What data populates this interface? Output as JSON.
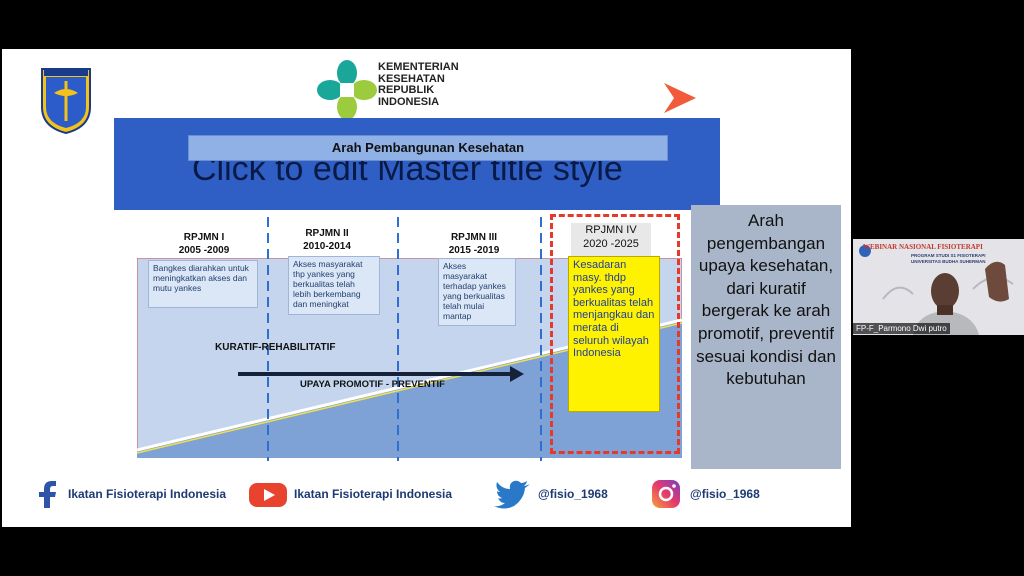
{
  "slide": {
    "kemenkes_lines": [
      "KEMENTERIAN",
      "KESEHATAN",
      "REPUBLIK",
      "INDONESIA"
    ],
    "ghost_title": "Click to edit Master title style",
    "title": "Arah Pembangunan Kesehatan",
    "rpjmn": [
      {
        "name": "RPJMN I",
        "years": "2005 -2009"
      },
      {
        "name": "RPJMN II",
        "years": "2010-2014"
      },
      {
        "name": "RPJMN III",
        "years": "2015 -2019"
      },
      {
        "name": "RPJMN IV",
        "years": "2020 -2025"
      }
    ],
    "notes": [
      "Bangkes diarahkan untuk meningkatkan akses dan mutu yankes",
      "Akses masyarakat thp yankes yang berkualitas telah lebih berkembang dan meningkat",
      "Akses masyarakat terhadap yankes yang berkualitas telah mulai mantap"
    ],
    "highlight": "Kesadaran masy. thdp yankes yang berkualitas telah menjangkau dan merata di seluruh wilayah Indonesia",
    "label_kuratif": "KURATIF-REHABILITATIF",
    "label_promotif": "UPAYA PROMOTIF - PREVENTIF",
    "side_text": "Arah pengembangan upaya kesehatan, dari kuratif bergerak ke arah promotif, preventif sesuai kondisi dan kebutuhan",
    "social": [
      {
        "icon": "facebook-icon",
        "label": "Ikatan Fisioterapi Indonesia"
      },
      {
        "icon": "youtube-icon",
        "label": "Ikatan Fisioterapi Indonesia"
      },
      {
        "icon": "twitter-icon",
        "label": "@fisio_1968"
      },
      {
        "icon": "instagram-icon",
        "label": "@fisio_1968"
      }
    ]
  },
  "camera": {
    "banner": "WEBINAR NASIONAL FISIOTERAPI",
    "sub1": "PROGRAM STUDI S1 FISIOTERAPI",
    "sub2": "UNIVERSITAS BUDHA SUHERMAN",
    "name": "FP-F_Parmono Dwi putro"
  },
  "colors": {
    "title_band": "#2f5ec4",
    "highlight": "#fff200",
    "dashed_border": "#e53a2a",
    "side_panel": "#a9b6c9"
  }
}
